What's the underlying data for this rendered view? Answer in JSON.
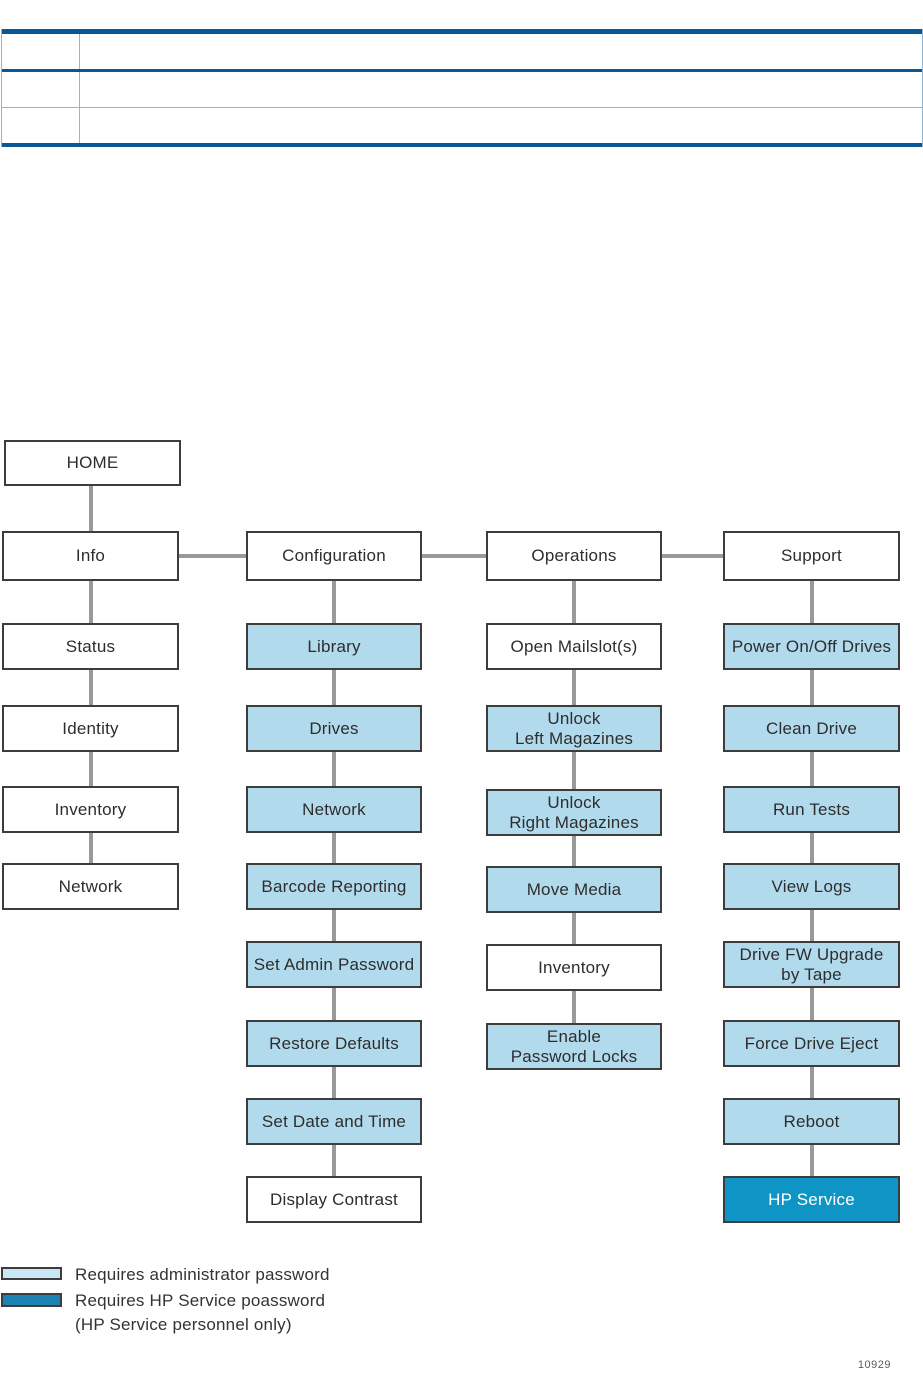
{
  "figure": {
    "number": "10929"
  },
  "table": {
    "rows": [
      [
        "",
        ""
      ],
      [
        "",
        ""
      ],
      [
        "",
        ""
      ]
    ]
  },
  "menu_tree": {
    "root": {
      "label": "HOME"
    },
    "branches": [
      {
        "label": "Info",
        "items": [
          {
            "label": "Status",
            "access": "none"
          },
          {
            "label": "Identity",
            "access": "none"
          },
          {
            "label": "Inventory",
            "access": "none"
          },
          {
            "label": "Network",
            "access": "none"
          }
        ]
      },
      {
        "label": "Configuration",
        "items": [
          {
            "label": "Library",
            "access": "admin"
          },
          {
            "label": "Drives",
            "access": "admin"
          },
          {
            "label": "Network",
            "access": "admin"
          },
          {
            "label": "Barcode Reporting",
            "access": "admin"
          },
          {
            "label": "Set Admin Password",
            "access": "admin"
          },
          {
            "label": "Restore Defaults",
            "access": "admin"
          },
          {
            "label": "Set Date and Time",
            "access": "admin"
          },
          {
            "label": "Display Contrast",
            "access": "none"
          }
        ]
      },
      {
        "label": "Operations",
        "items": [
          {
            "label": "Open Mailslot(s)",
            "access": "none"
          },
          {
            "label": "Unlock\nLeft Magazines",
            "access": "admin"
          },
          {
            "label": "Unlock\nRight Magazines",
            "access": "admin"
          },
          {
            "label": "Move Media",
            "access": "admin"
          },
          {
            "label": "Inventory",
            "access": "none"
          },
          {
            "label": "Enable\nPassword Locks",
            "access": "admin"
          }
        ]
      },
      {
        "label": "Support",
        "items": [
          {
            "label": "Power On/Off Drives",
            "access": "admin"
          },
          {
            "label": "Clean Drive",
            "access": "admin"
          },
          {
            "label": "Run Tests",
            "access": "admin"
          },
          {
            "label": "View Logs",
            "access": "admin"
          },
          {
            "label": "Drive FW Upgrade\nby Tape",
            "access": "admin"
          },
          {
            "label": "Force Drive Eject",
            "access": "admin"
          },
          {
            "label": "Reboot",
            "access": "admin"
          },
          {
            "label": "HP Service",
            "access": "service"
          }
        ]
      }
    ]
  },
  "legend": {
    "items": [
      {
        "swatch": "admin",
        "label": "Requires administrator password"
      },
      {
        "swatch": "service",
        "label": "Requires HP Service poassword\n(HP Service personnel only)"
      }
    ]
  },
  "colors": {
    "admin_fill": "#B2DAED",
    "service_fill": "#0E95C5",
    "legend_admin_fill": "#C9E7F5",
    "legend_service_fill": "#1A83B4",
    "connector_gray": "#999999",
    "box_border": "#3D3D3D",
    "table_dark_blue": "#0A5796",
    "table_light_blue": "#8FB6D7"
  }
}
